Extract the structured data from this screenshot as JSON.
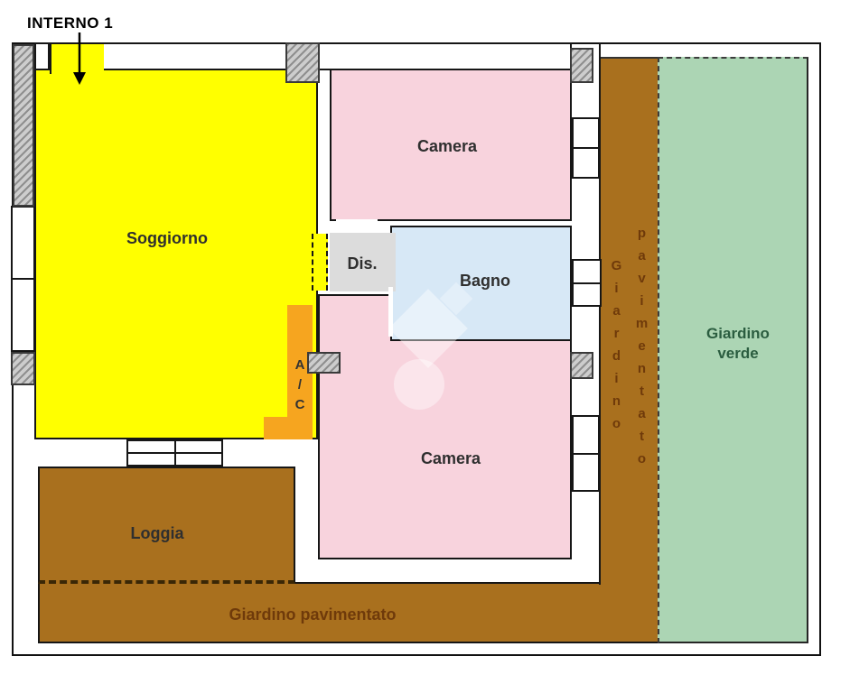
{
  "title": {
    "interno": "INTERNO 1"
  },
  "labels": {
    "soggiorno": "Soggiorno",
    "camera_top": "Camera",
    "camera_bottom": "Camera",
    "dis": "Dis.",
    "bagno": "Bagno",
    "loggia": "Loggia",
    "ac": [
      "A",
      "/",
      "C"
    ],
    "giardino_pavimentato_horizontal": "Giardino pavimentato",
    "giardino_vertical_word1": "Giardino",
    "giardino_vertical_word2": "pavimentato",
    "giardino_verde_line1": "Giardino",
    "giardino_verde_line2": "verde"
  },
  "colors": {
    "soggiorno_yellow": "#FFFF00",
    "camera_pink": "#F8D3DD",
    "bagno_blue": "#D7E8F6",
    "dis_gray": "#DCDCDC",
    "ac_orange": "#F6A51F",
    "garden_brown": "#A9701E",
    "garden_green": "#ACD5B4",
    "wall_black": "#161616",
    "text_dark": "#2F2F2F",
    "text_brown": "#6F3A0A",
    "text_green": "#2B5D40"
  }
}
